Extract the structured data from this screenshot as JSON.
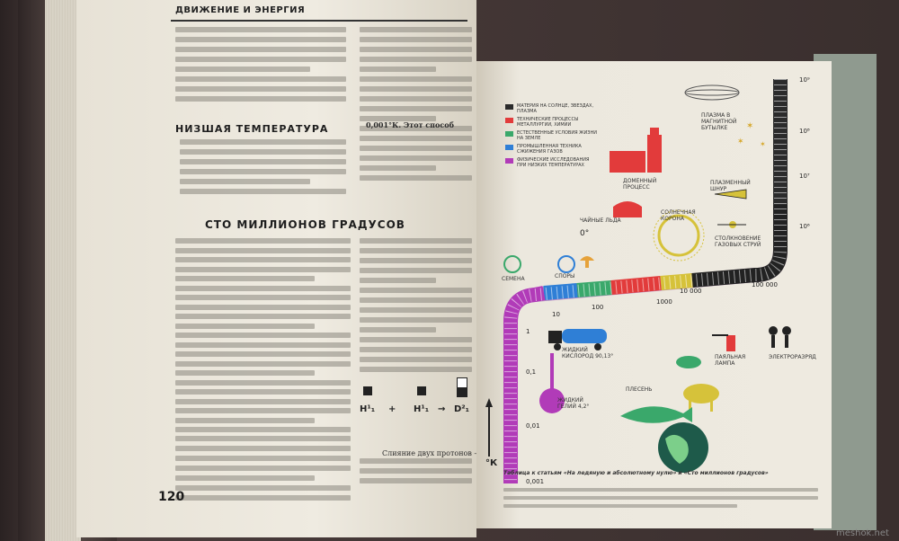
{
  "left_page": {
    "header": "ДВИЖЕНИЕ И ЭНЕРГИЯ",
    "heading_1": "НИЗШАЯ ТЕМПЕРАТУРА",
    "heading_2": "СТО МИЛЛИОНОВ ГРАДУСОВ",
    "page_number": "120",
    "formula_label": "Слияние двух протонов —",
    "formula_h1": "H¹₁",
    "formula_h2": "H¹₁",
    "formula_d": "D²₁",
    "formula_plus": "+",
    "formula_arrow": "→",
    "col_right_snippet": "0,001°К. Этот способ"
  },
  "right_page": {
    "legend": [
      {
        "label": "МАТЕРИЯ НА СОЛНЦЕ, ЗВЕЗДАХ, ПЛАЗМА",
        "color": "#2b2b2b"
      },
      {
        "label": "ТЕХНИЧЕСКИЕ ПРОЦЕССЫ МЕТАЛЛУРГИИ, ХИМИИ",
        "color": "#e23b3b"
      },
      {
        "label": "ЕСТЕСТВЕННЫЕ УСЛОВИЯ ЖИЗНИ НА ЗЕМЛЕ",
        "color": "#3aa86b"
      },
      {
        "label": "ПРОМЫШЛЕННАЯ ТЕХНИКА СЖИЖЕНИЯ ГАЗОВ",
        "color": "#2f7fd6"
      },
      {
        "label": "ФИЗИЧЕСКИЕ ИССЛЕДОВАНИЯ ПРИ НИЗКИХ ТЕМПЕРАТУРАХ",
        "color": "#b13bb8"
      }
    ],
    "scale_labels": [
      "10⁹",
      "10⁸",
      "10⁷",
      "10⁶",
      "100 000",
      "10 000",
      "1000",
      "100",
      "10",
      "1",
      "0,1",
      "0,01",
      "0,001"
    ],
    "icon_labels": {
      "plasma": "ПЛАЗМА В МАГНИТНОЙ БУТЫЛКЕ",
      "domain": "ДОМЕННЫЙ ПРОЦЕСС",
      "corona": "СОЛНЕЧНАЯ КОРОНА",
      "stream": "ПЛАЗМЕННЫЙ ШНУР",
      "gas": "СТОЛКНОВЕНИЕ ГАЗОВЫХ СТРУЙ",
      "tea": "ЧАЙНЫЕ ЛЬДА",
      "seeds": "СЕМЕНА",
      "spores": "СПОРЫ",
      "oxygen": "ЖИДКИЙ КИСЛОРОД 90,13°",
      "helium": "ЖИДКИЙ ГЕЛИЙ 4,2°",
      "mold": "ПЛЕСЕНЬ",
      "lamp": "ПАЯЛЬНАЯ ЛАМПА",
      "arc": "ЭЛЕКТРОРАЗРЯД"
    },
    "caption_title": "Таблица к статьям «На ледяную и абсолютному нулю» и «Сто миллионов градусов»",
    "kelvin_label": "°К",
    "zero_label": "0°"
  },
  "watermark": "meshok.net"
}
